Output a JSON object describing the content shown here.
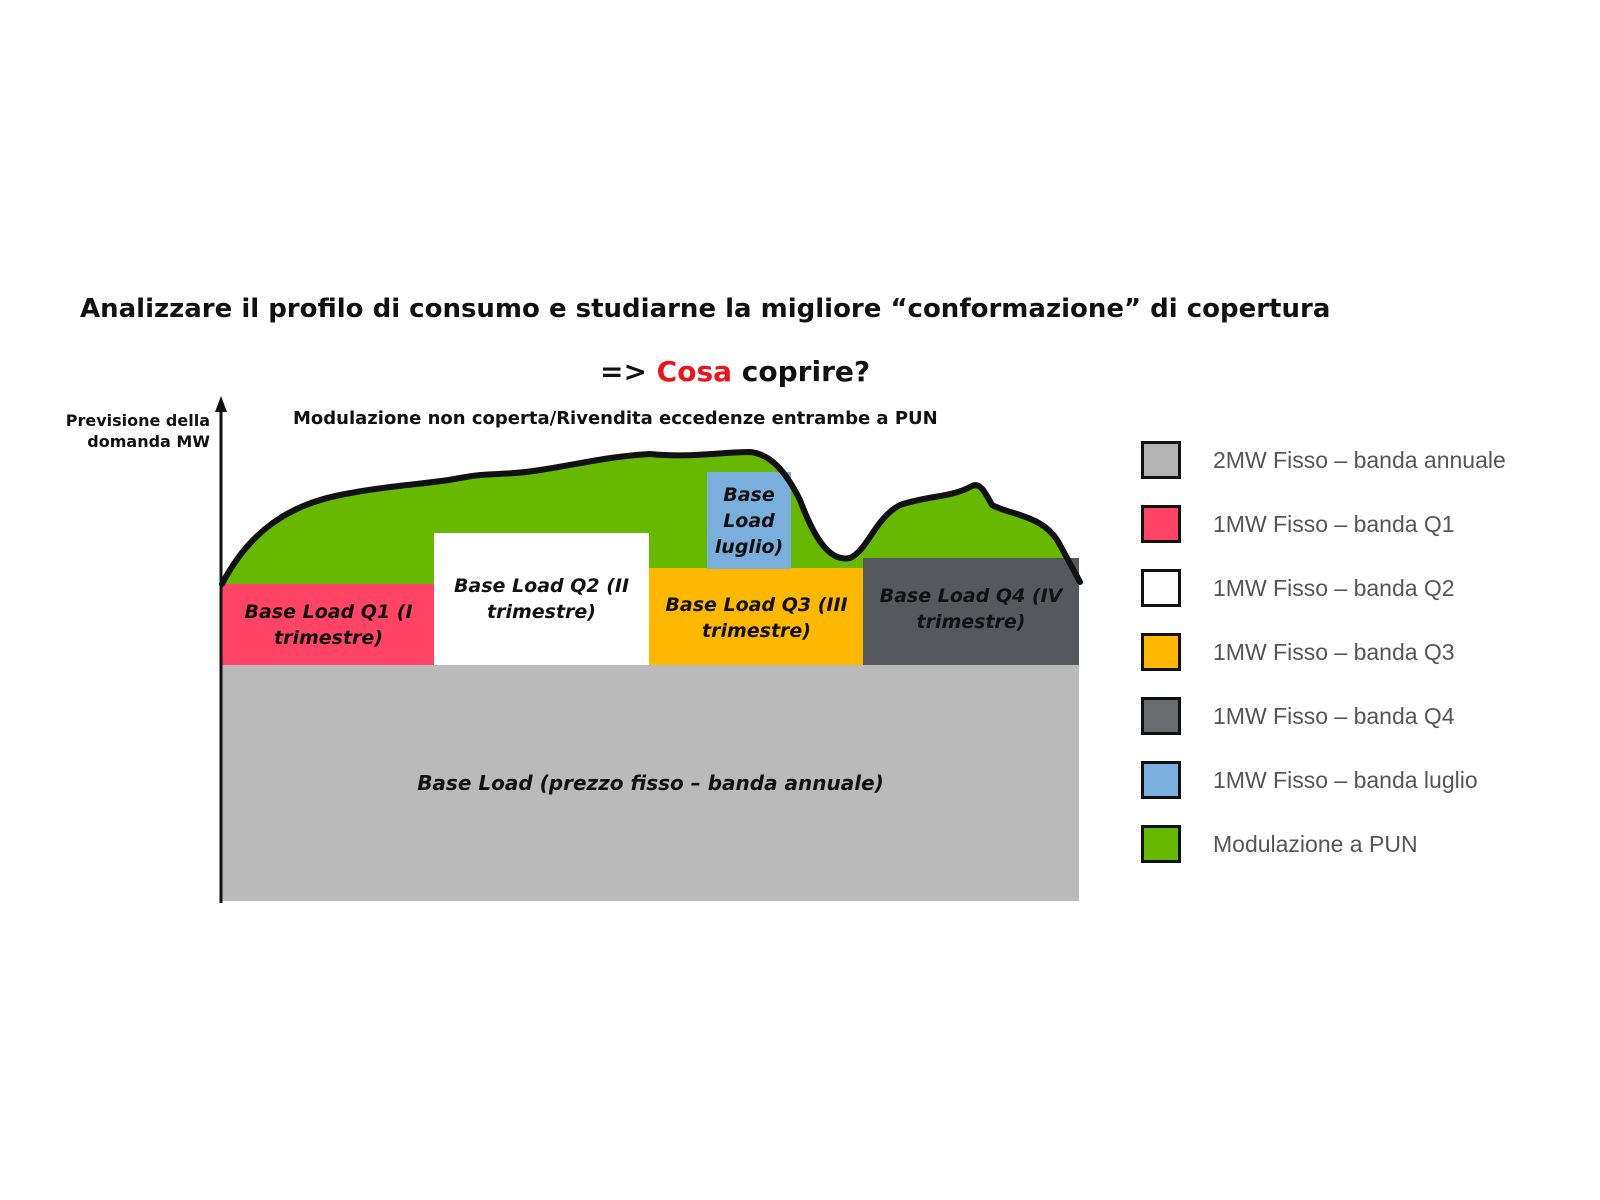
{
  "heading": "Analizzare il profilo di consumo e studiarne la migliore “conformazione” di copertura",
  "subheading": {
    "prefix": "=> ",
    "highlight": "Cosa",
    "suffix": " coprire?",
    "highlight_color": "#e8151b"
  },
  "y_axis_label": [
    "Previsione della",
    "domanda MW"
  ],
  "annotation": "Modulazione non coperta/Rivendita eccedenze entrambe a PUN",
  "blocks": {
    "annual": {
      "label": "Base Load (prezzo fisso – banda annuale)",
      "color": "#bababa"
    },
    "q1": {
      "label": "Base Load Q1 (I trimestre)",
      "color": "#ff4466"
    },
    "q2": {
      "label": "Base Load Q2 (II trimestre)",
      "color": "#ffffff"
    },
    "q3": {
      "label": "Base Load Q3 (III trimestre)",
      "color": "#ffb800"
    },
    "q4": {
      "label": "Base Load Q4 (IV trimestre)",
      "color": "#55595e"
    },
    "july": {
      "label": "Base Load luglio)",
      "color": "#7aaedc"
    },
    "modulation": {
      "color": "#66b800"
    }
  },
  "legend": [
    {
      "label": "2MW Fisso – banda annuale",
      "color": "#b4b4b4"
    },
    {
      "label": "1MW Fisso – banda Q1",
      "color": "#ff4466"
    },
    {
      "label": "1MW Fisso – banda Q2",
      "color": "#ffffff"
    },
    {
      "label": "1MW Fisso – banda Q3",
      "color": "#ffb800"
    },
    {
      "label": "1MW Fisso – banda Q4",
      "color": "#6a6d70"
    },
    {
      "label": "1MW Fisso – banda luglio",
      "color": "#7aaedc"
    },
    {
      "label": "Modulazione a PUN",
      "color": "#66b800"
    }
  ]
}
